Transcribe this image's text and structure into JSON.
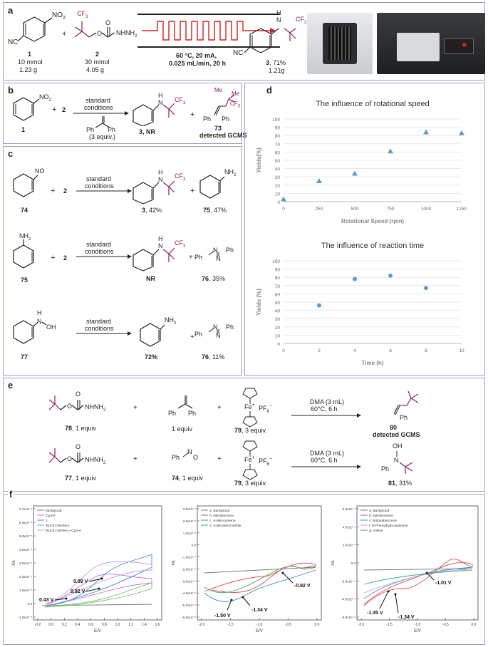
{
  "panel_labels": {
    "a": "a",
    "b": "b",
    "c": "c",
    "d": "d",
    "e": "e",
    "f": "f"
  },
  "panel_a": {
    "c1_id": "1",
    "c1_mmol": "10 mmol",
    "c1_g": "1.23 g",
    "c2_id": "2",
    "c2_mmol": "30 mmol",
    "c2_g": "4.05 g",
    "plus": "+",
    "conditions_1": "60 °C, 20 mA,",
    "conditions_2": "0.025 mL/min, 20 h",
    "product_id": "3",
    "product_yield": ", 71%",
    "product_g": "1.21g",
    "no2": "NO",
    "no2_sub": "2",
    "nc": "NC",
    "nhnh2": "NHNH",
    "nhnh2_sub": "2",
    "o": "O",
    "h": "H",
    "n": "N",
    "cf3": "CF",
    "cf3_sub": "3"
  },
  "panel_b": {
    "reactant_id": "1",
    "plus": "+",
    "reagent_id": "2",
    "cond_1": "standard",
    "cond_2": "conditions",
    "alkene_ph_left": "Ph",
    "alkene_ph_right": "Ph",
    "alkene_equiv": "(3 equiv.)",
    "product_id": "3",
    "product_result": ", NR",
    "plus2": "+",
    "byproduct_id": "73",
    "byproduct_note": "detected GCMS",
    "me": "Me",
    "cf3": "CF",
    "cf3_sub": "3",
    "ph": "Ph",
    "no2": "NO",
    "no2_sub": "2",
    "h": "H",
    "n": "N"
  },
  "panel_c": {
    "row1": {
      "substrate_id": "74",
      "reagent": "2",
      "cond_1": "standard",
      "cond_2": "conditions",
      "product_id": "3",
      "product_yield": ", 42%",
      "side_id": "75",
      "side_yield": ", 47%",
      "sub_label": "NO",
      "side_label": "NH",
      "side_sub": "2"
    },
    "row2": {
      "substrate_id": "75",
      "reagent": "2",
      "cond_1": "standard",
      "cond_2": "conditions",
      "product_result": "NR",
      "side_id": "76",
      "side_yield": ", 35%",
      "sub_label": "NH",
      "sub_sub": "2"
    },
    "row3": {
      "substrate_id": "77",
      "cond_1": "standard",
      "cond_2": "conditions",
      "product_id": "72%",
      "side_id": "76",
      "side_yield": ", 11%",
      "sub_label_h": "H",
      "sub_label": "N",
      "sub_oh": "OH",
      "prod_label": "NH",
      "prod_sub": "2"
    },
    "plus": "+",
    "ph": "Ph",
    "n": "N",
    "h": "H",
    "cf3": "CF",
    "cf3_sub": "3"
  },
  "panel_d": {
    "chart_data": [
      {
        "type": "scatter",
        "title": "The influence of rotational speed",
        "xlabel": "Rotational Speed (rpm)",
        "ylabel": "Yields(%)",
        "x": [
          0,
          250,
          500,
          750,
          1000,
          1250
        ],
        "y": [
          3,
          25,
          34,
          61,
          84,
          83
        ],
        "xticks": [
          0,
          250,
          500,
          750,
          1000,
          1250
        ],
        "yticks": [
          0,
          10,
          20,
          30,
          40,
          50,
          60,
          70,
          80,
          90,
          100
        ],
        "xlim": [
          0,
          1250
        ],
        "ylim": [
          0,
          100
        ],
        "marker": "triangle",
        "color": "#5b9bd5"
      },
      {
        "type": "scatter",
        "title": "The influence of reaction time",
        "xlabel": "Time (h)",
        "ylabel": "Yields (%)",
        "x": [
          2,
          4,
          6,
          8
        ],
        "y": [
          46,
          78,
          82,
          67
        ],
        "xticks": [
          0,
          2,
          4,
          6,
          8,
          10
        ],
        "yticks": [
          0,
          10,
          20,
          30,
          40,
          50,
          60,
          70,
          80,
          90,
          100
        ],
        "xlim": [
          0,
          10
        ],
        "ylim": [
          0,
          100
        ],
        "marker": "circle",
        "color": "#5b9bd5"
      }
    ]
  },
  "panel_e": {
    "row1": {
      "reagent_id": "78",
      "reagent_equiv": ", 1 equiv",
      "alkene_equiv": "1 equiv",
      "fc_id": "79",
      "fc_equiv": ", 3 equiv.",
      "cond_1": "DMA (3 mL)",
      "cond_2": "60°C, 6 h",
      "product_id": "80",
      "product_note": "detected GCMS",
      "ph_left": "Ph",
      "ph_right": "Ph",
      "prod_ph": "Ph"
    },
    "row2": {
      "reagent_id": "77",
      "reagent_equiv": ", 1 equiv",
      "nitroso_id": "74",
      "nitroso_equiv": ", 1 equiv",
      "fc_id": "79",
      "fc_equiv": ", 3 equiv.",
      "cond_1": "DMA (3 mL)",
      "cond_2": "60°C, 6 h",
      "product_id": "81",
      "product_yield": ", 31%",
      "nitroso_label": "Ph",
      "nitroso_o": "O",
      "prod_oh": "OH",
      "prod_n": "N",
      "prod_ph": "Ph"
    },
    "plus": "+",
    "fe": "Fe",
    "fe_charge": "+",
    "pf6": "PF",
    "pf6_sub": "6",
    "pf6_charge": "−",
    "nhnh2": "NHNH",
    "nhnh2_sub": "2",
    "o": "O",
    "n": "N"
  },
  "panel_f": {
    "cv1": {
      "legend": [
        "backgroud",
        "Cp₂Fe",
        "2",
        "ᵗBuOCONHNH₂",
        "ᵗBuOCONHNH₂+Cp₂Fe"
      ],
      "legend_colors": [
        "#777777",
        "#d46fd4",
        "#3d8ad6",
        "#6fbf6f",
        "#c79bd8"
      ],
      "yticks": [
        "0.7x10⁻⁵",
        "6.0x10⁻⁵",
        "5.0x10⁻⁵",
        "4.0x10⁻⁵",
        "3.0x10⁻⁵",
        "2.0x10⁻⁵",
        "1.0x10⁻⁵",
        "0.0",
        "-1.0x10⁻⁵"
      ],
      "xticks": [
        "-0.2",
        "0.0",
        "0.2",
        "0.4",
        "0.6",
        "0.8",
        "1.0",
        "1.2",
        "1.4",
        "1.6"
      ],
      "xlabel": "E/V",
      "ylabel": "I/A",
      "annotations": [
        "0.89 V",
        "0.92 V",
        "0.43 V"
      ]
    },
    "cv2": {
      "legend": [
        "a: Backgroud",
        "b: Nitrobenzene",
        "c: 4-Nitrocumene",
        "d: 4-Nitrobenzonitrile"
      ],
      "legend_colors": [
        "#777777",
        "#e05050",
        "#3d8ad6",
        "#3fae6f"
      ],
      "yticks": [
        "3.0x10⁻⁴",
        "2.0x10⁻⁴",
        "1.0x10⁻⁴",
        "0.0",
        "-1.0x10⁻⁴",
        "-2.0x10⁻⁴",
        "-3.0x10⁻⁴",
        "-4.0x10⁻⁴",
        "-5.0x10⁻⁴",
        "-6.0x10⁻⁴"
      ],
      "xticks": [
        "-2.0",
        "-1.5",
        "-1.0",
        "-0.5",
        "0.0"
      ],
      "xlabel": "E/V",
      "ylabel": "I/A",
      "annotations": [
        "-0.92 V",
        "-1.50 V",
        "-1.34 V"
      ]
    },
    "cv3": {
      "legend": [
        "a: Backgroud",
        "b: Nitrobenzene",
        "c: Nitrosobenzene",
        "f: N-Phenylhydroxylamine",
        "g: Aniline"
      ],
      "legend_colors": [
        "#777777",
        "#e05050",
        "#3d8ad6",
        "#c79bd8",
        "#3fae6f"
      ],
      "yticks": [
        "6.0x10⁻⁴",
        "4.0x10⁻⁴",
        "2.0x10⁻⁴",
        "0.0",
        "-2.0x10⁻⁴",
        "-4.0x10⁻⁴",
        "-6.0x10⁻⁴"
      ],
      "xticks": [
        "-2.0",
        "-1.5",
        "-1.0",
        "-0.5",
        "0.0"
      ],
      "xlabel": "E/V",
      "ylabel": "I/A",
      "annotations": [
        "-1.01 V",
        "-1.45 V",
        "-1.34 V"
      ]
    }
  }
}
